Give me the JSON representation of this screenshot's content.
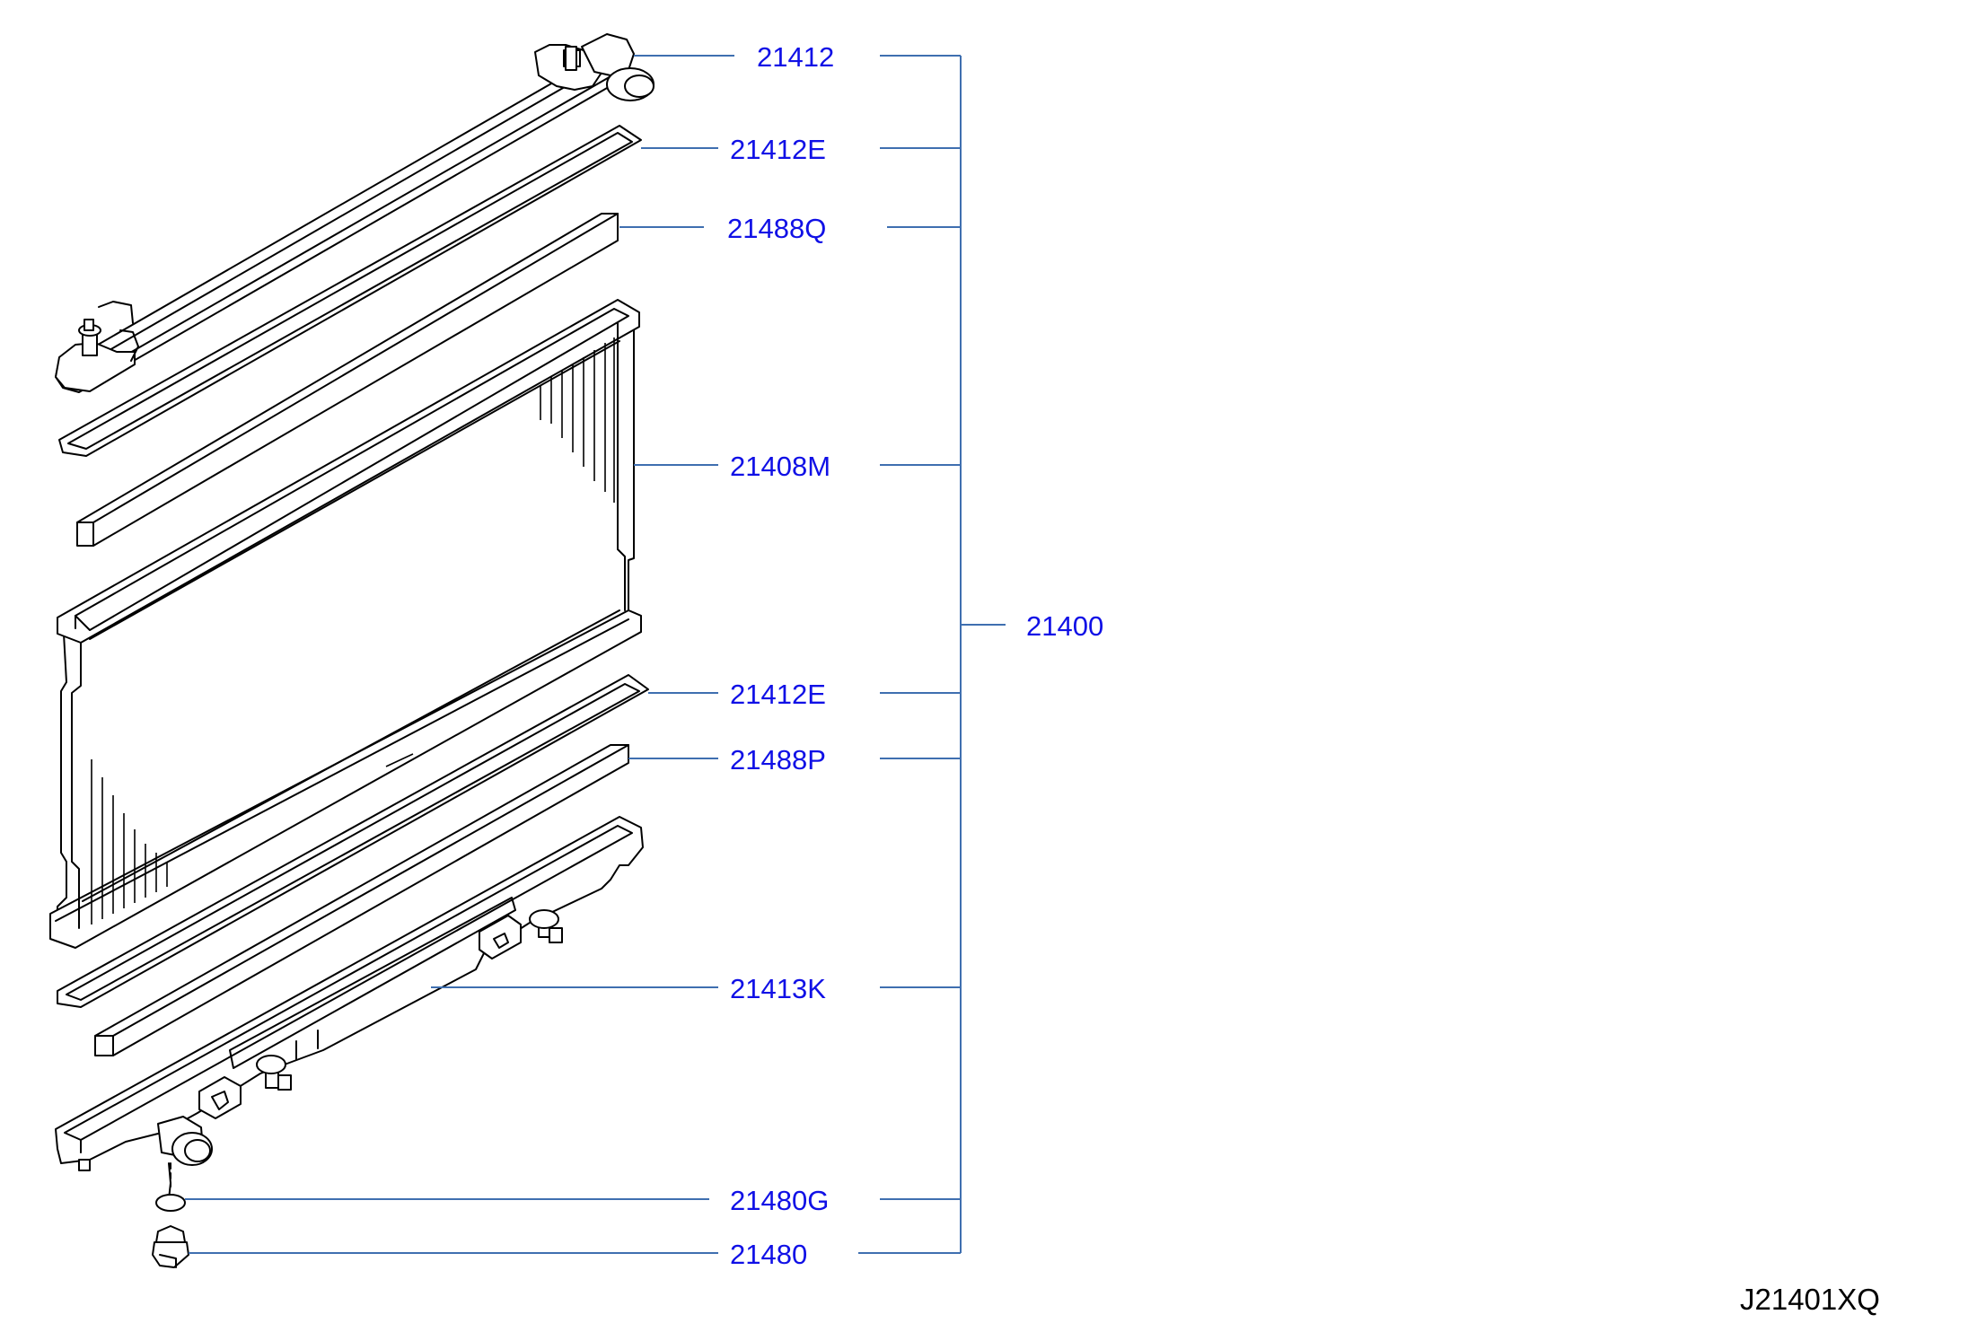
{
  "colors": {
    "label": "#1010e6",
    "leader": "#3f6fb0",
    "drawing": "#000000",
    "background": "#ffffff"
  },
  "callouts": [
    {
      "id": "c1",
      "label": "21412"
    },
    {
      "id": "c2",
      "label": "21412E"
    },
    {
      "id": "c3",
      "label": "21488Q"
    },
    {
      "id": "c4",
      "label": "21408M"
    },
    {
      "id": "c5",
      "label": "21400"
    },
    {
      "id": "c6",
      "label": "21412E"
    },
    {
      "id": "c7",
      "label": "21488P"
    },
    {
      "id": "c8",
      "label": "21413K"
    },
    {
      "id": "c9",
      "label": "21480G"
    },
    {
      "id": "c10",
      "label": "21480"
    }
  ],
  "diagram_ref": "J21401XQ"
}
